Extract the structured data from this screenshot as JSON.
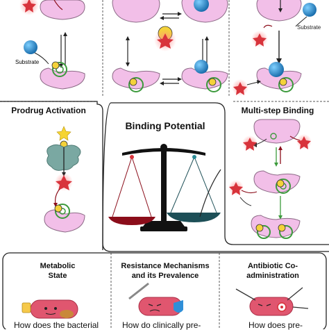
{
  "panels": {
    "binding_potential": {
      "title": "Binding Potential"
    },
    "prodrug": {
      "title": "Prodrug Activation"
    },
    "multistep": {
      "title": "Multi-step Binding"
    },
    "top_left": {
      "substrate_label": "Substrate"
    },
    "top_right": {
      "substrate_label": "Substrate"
    },
    "metabolic": {
      "title_line1": "Metabolic",
      "title_line2": "State",
      "question": "How does the bacterial"
    },
    "resistance": {
      "title_line1": "Resistance Mechanisms",
      "title_line2": "and its Prevalence",
      "question": "How do clinically pre-"
    },
    "antibiotic": {
      "title_line1": "Antibiotic Co-",
      "title_line2": "administration",
      "question": "How does pre-"
    }
  },
  "colors": {
    "receptor": "#f2bfe8",
    "receptor_stroke": "#8c6a86",
    "substrate": "#1f8fd3",
    "drug_star": "#d8333b",
    "target_green": "#3c9a3c",
    "scale_left": "#8b0d1a",
    "scale_right": "#1d4f57",
    "bacteria": "#e0566f"
  }
}
